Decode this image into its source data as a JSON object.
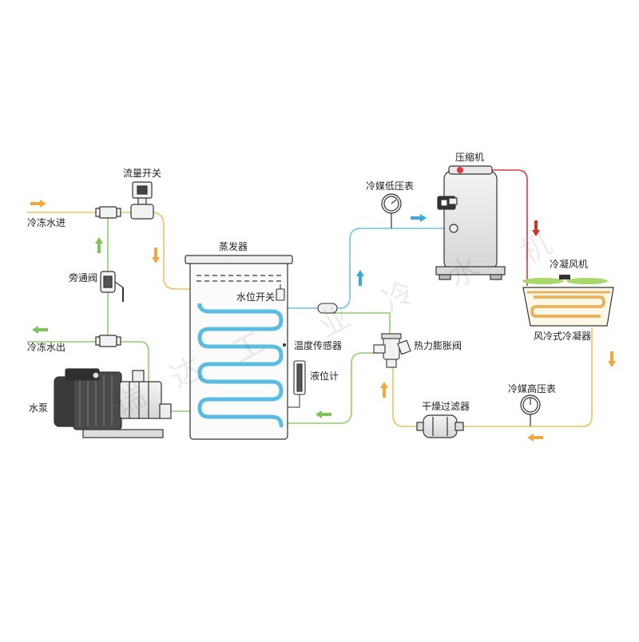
{
  "labels": {
    "chilled_water_in": "冷冻水进",
    "chilled_water_out": "冷冻水出",
    "flow_switch": "流量开关",
    "bypass_valve": "旁通阀",
    "water_pump": "水泵",
    "evaporator": "蒸发器",
    "water_level_switch": "水位开关",
    "temperature_sensor": "温度传感器",
    "level_gauge": "液位计",
    "low_pressure_gauge": "冷媒低压表",
    "compressor": "压缩机",
    "condenser_fan": "冷凝风机",
    "air_cooled_condenser": "风冷式冷凝器",
    "thermal_expansion_valve": "热力膨胀阀",
    "high_pressure_gauge": "冷媒高压表",
    "drier_filter": "干燥过滤器"
  },
  "watermark": [
    "瑞",
    "达",
    "工",
    "业",
    "冷",
    "水",
    "机"
  ],
  "colors": {
    "inlet_water": "#f0c060",
    "chilled_water": "#8ed16a",
    "low_pressure_refrigerant": "#6ec6e6",
    "hot_gas": "#d93a3a",
    "liquid_refrigerant": "#f0c060",
    "arrow_orange": "#f2a93b",
    "arrow_green": "#7cc45a",
    "arrow_blue": "#3aa9d6",
    "arrow_red": "#d8322f",
    "fan": "#a8d86a",
    "outline": "#333333"
  }
}
